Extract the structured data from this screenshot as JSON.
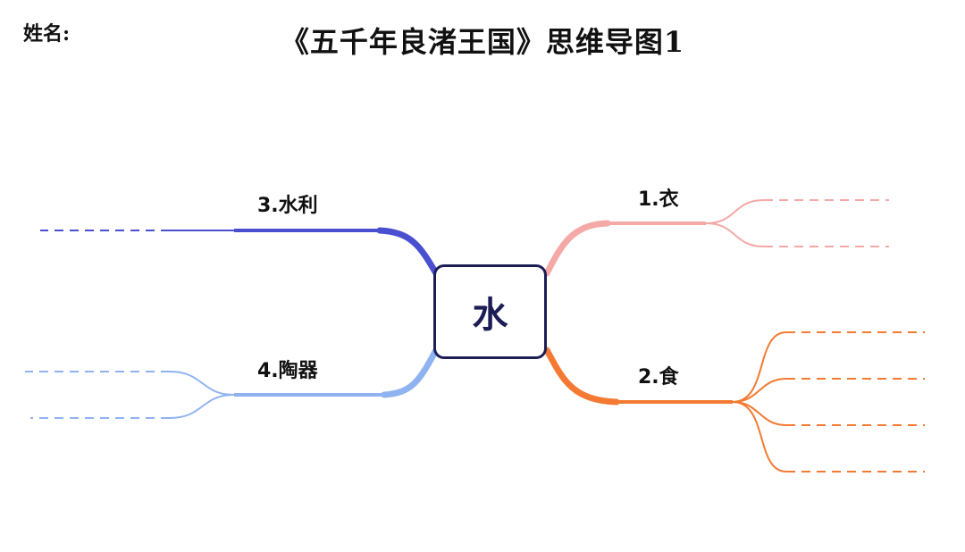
{
  "header": {
    "name_label": "姓名:",
    "title": "《五千年良渚王国》思维导图1"
  },
  "center": {
    "label": "水"
  },
  "branches": [
    {
      "label": "1.衣",
      "color": "#f4a9a7",
      "sub_count": 2
    },
    {
      "label": "2.食",
      "color": "#f47a33",
      "sub_count": 4
    },
    {
      "label": "3.水利",
      "color": "#4a4fcf",
      "sub_count": 1
    },
    {
      "label": "4.陶器",
      "color": "#8fb3f0",
      "sub_count": 2
    }
  ],
  "colors": {
    "center_border": "#1d1d56",
    "center_text": "#1d1d56"
  }
}
